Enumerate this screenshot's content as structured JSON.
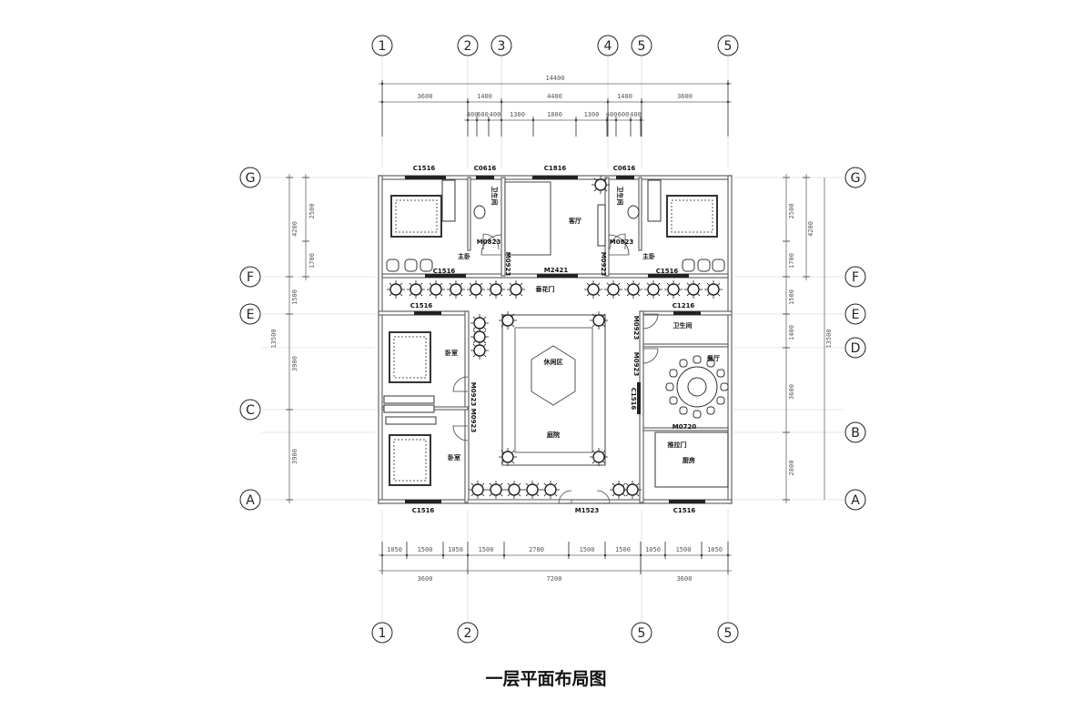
{
  "title": "一层平面布局图",
  "axes": {
    "top": [
      "1",
      "2",
      "3",
      "4",
      "5",
      "5"
    ],
    "bottom": [
      "1",
      "2",
      "5",
      "5"
    ],
    "left": [
      "G",
      "F",
      "E",
      "C",
      "A"
    ],
    "right": [
      "G",
      "F",
      "E",
      "D",
      "B",
      "A"
    ]
  },
  "dims": {
    "top_total": "14400",
    "top_mid": [
      "3600",
      "1400",
      "4400",
      "1400",
      "3600"
    ],
    "top_detail": [
      "400",
      "600",
      "400",
      "1300",
      "1800",
      "1300",
      "400",
      "600",
      "400"
    ],
    "bottom_detail": [
      "1050",
      "1500",
      "1050",
      "1500",
      "2700",
      "1500",
      "1500",
      "1050",
      "1500",
      "1050"
    ],
    "bottom_total": [
      "3600",
      "7200",
      "3600"
    ],
    "left_inner": [
      "2500",
      "1700"
    ],
    "left_outer": [
      "4200",
      "1500",
      "3900",
      "3900"
    ],
    "left_total": "13500",
    "right_inner": [
      "2500",
      "1700",
      "1500",
      "1400",
      "3600",
      "2800"
    ],
    "right_outer": [
      "4200"
    ],
    "right_total": "13500"
  },
  "openings": [
    "C1516",
    "C0616",
    "C1816",
    "C0616",
    "C1516",
    "M2421",
    "C1516",
    "C1516",
    "C1216",
    "C1516",
    "M1523",
    "C1516",
    "C1516",
    "M0823",
    "M0823",
    "M0923",
    "M0923",
    "M0923",
    "M0923",
    "M0923",
    "M0923",
    "M0720"
  ],
  "rooms": [
    "客厅",
    "主卧",
    "主卧",
    "卫生间",
    "卫生间",
    "垂花门",
    "卧室",
    "卧室",
    "休闲区",
    "庭院",
    "卫生间",
    "餐厅",
    "厨房",
    "推拉门"
  ]
}
